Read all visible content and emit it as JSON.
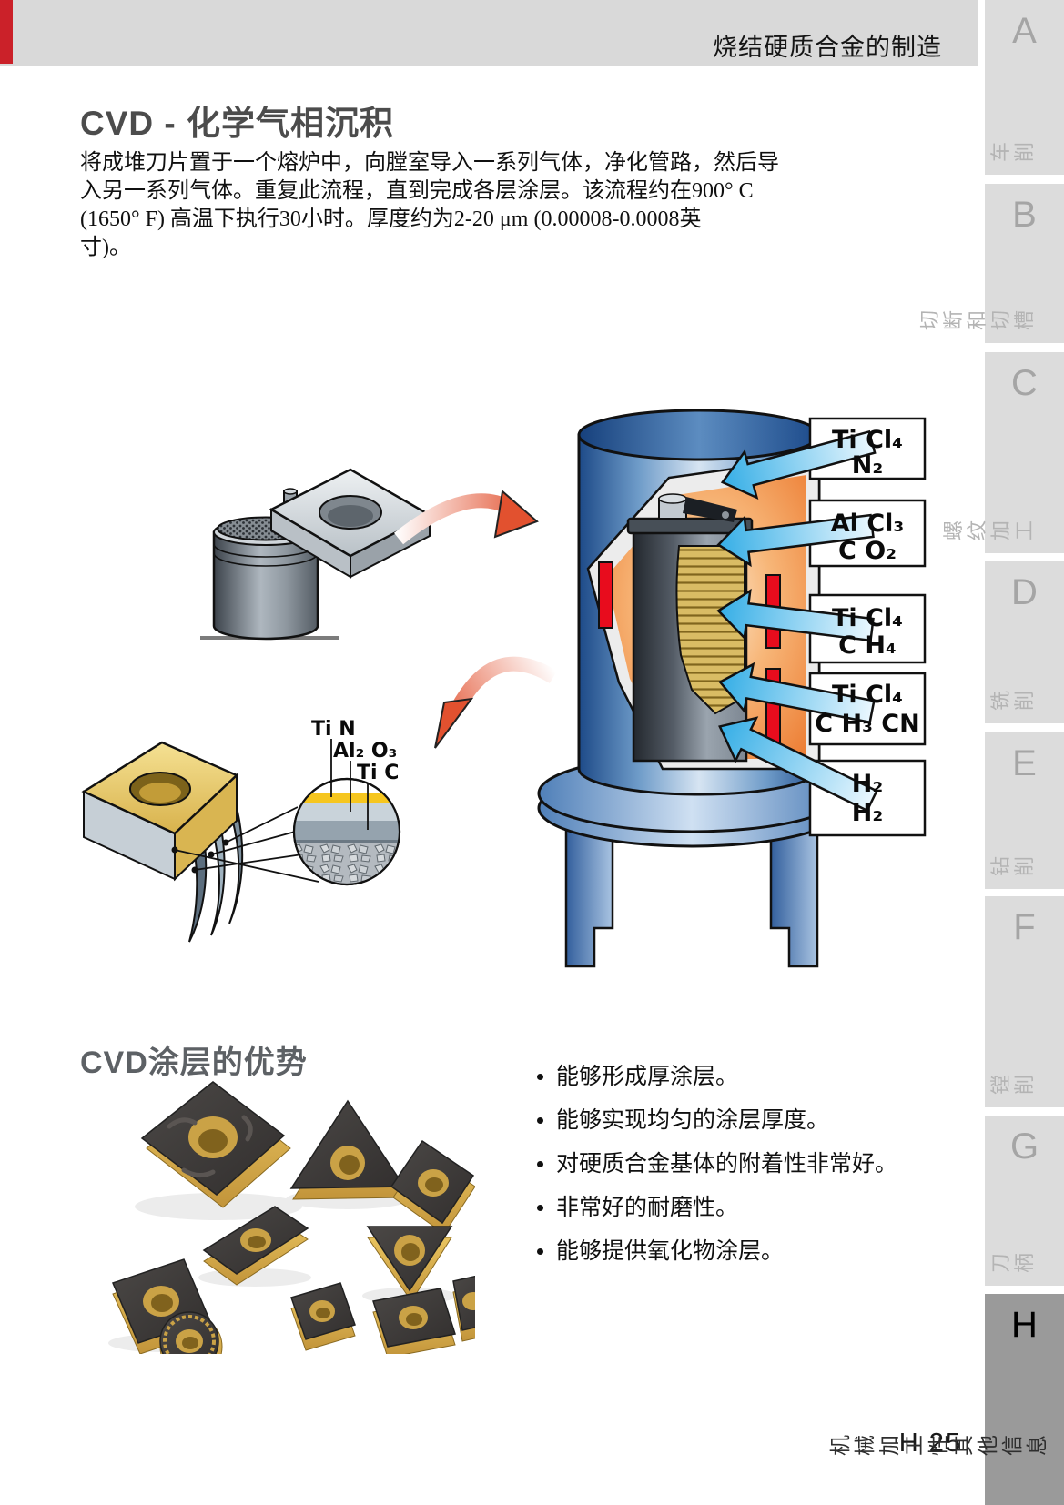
{
  "header": {
    "title": "烧结硬质合金的制造"
  },
  "main": {
    "title": "CVD - 化学气相沉积",
    "intro": "将成堆刀片置于一个熔炉中，向膛室导入一系列气体，净化管路，然后导\n入另一系列气体。重复此流程，直到完成各层涂层。该流程约在900° C\n(1650° F) 高温下执行30小时。厚度约为2-20 μm (0.00008-0.0008英\n寸)。",
    "benefits_title": "CVD涂层的优势",
    "benefits": [
      "能够形成厚涂层。",
      "能够实现均匀的涂层厚度。",
      "对硬质合金基体的附着性非常好。",
      "非常好的耐磨性。",
      "能够提供氧化物涂层。"
    ]
  },
  "diagram": {
    "gas_labels": [
      {
        "l1": "Ti Cl₄",
        "l2": "N₂"
      },
      {
        "l1": "Al Cl₃",
        "l2": "C O₂"
      },
      {
        "l1": "Ti Cl₄",
        "l2": "C H₄"
      },
      {
        "l1": "Ti Cl₄",
        "l2": "C H₃ CN"
      },
      {
        "l1": "H₂",
        "l2": "H₂"
      }
    ],
    "layer_labels": [
      "Ti N",
      "Al₂ O₃",
      "Ti C"
    ]
  },
  "sidebar": {
    "tabs": [
      {
        "letter": "A",
        "label": "车削"
      },
      {
        "letter": "B",
        "label": "切断和切槽"
      },
      {
        "letter": "C",
        "label": "螺纹加工"
      },
      {
        "letter": "D",
        "label": "铣削"
      },
      {
        "letter": "E",
        "label": "钻削"
      },
      {
        "letter": "F",
        "label": "镗削"
      },
      {
        "letter": "G",
        "label": "刀柄"
      },
      {
        "letter": "H",
        "label": "机械加工性\n其他信息"
      }
    ]
  },
  "footer": {
    "page_number": "H 25"
  }
}
